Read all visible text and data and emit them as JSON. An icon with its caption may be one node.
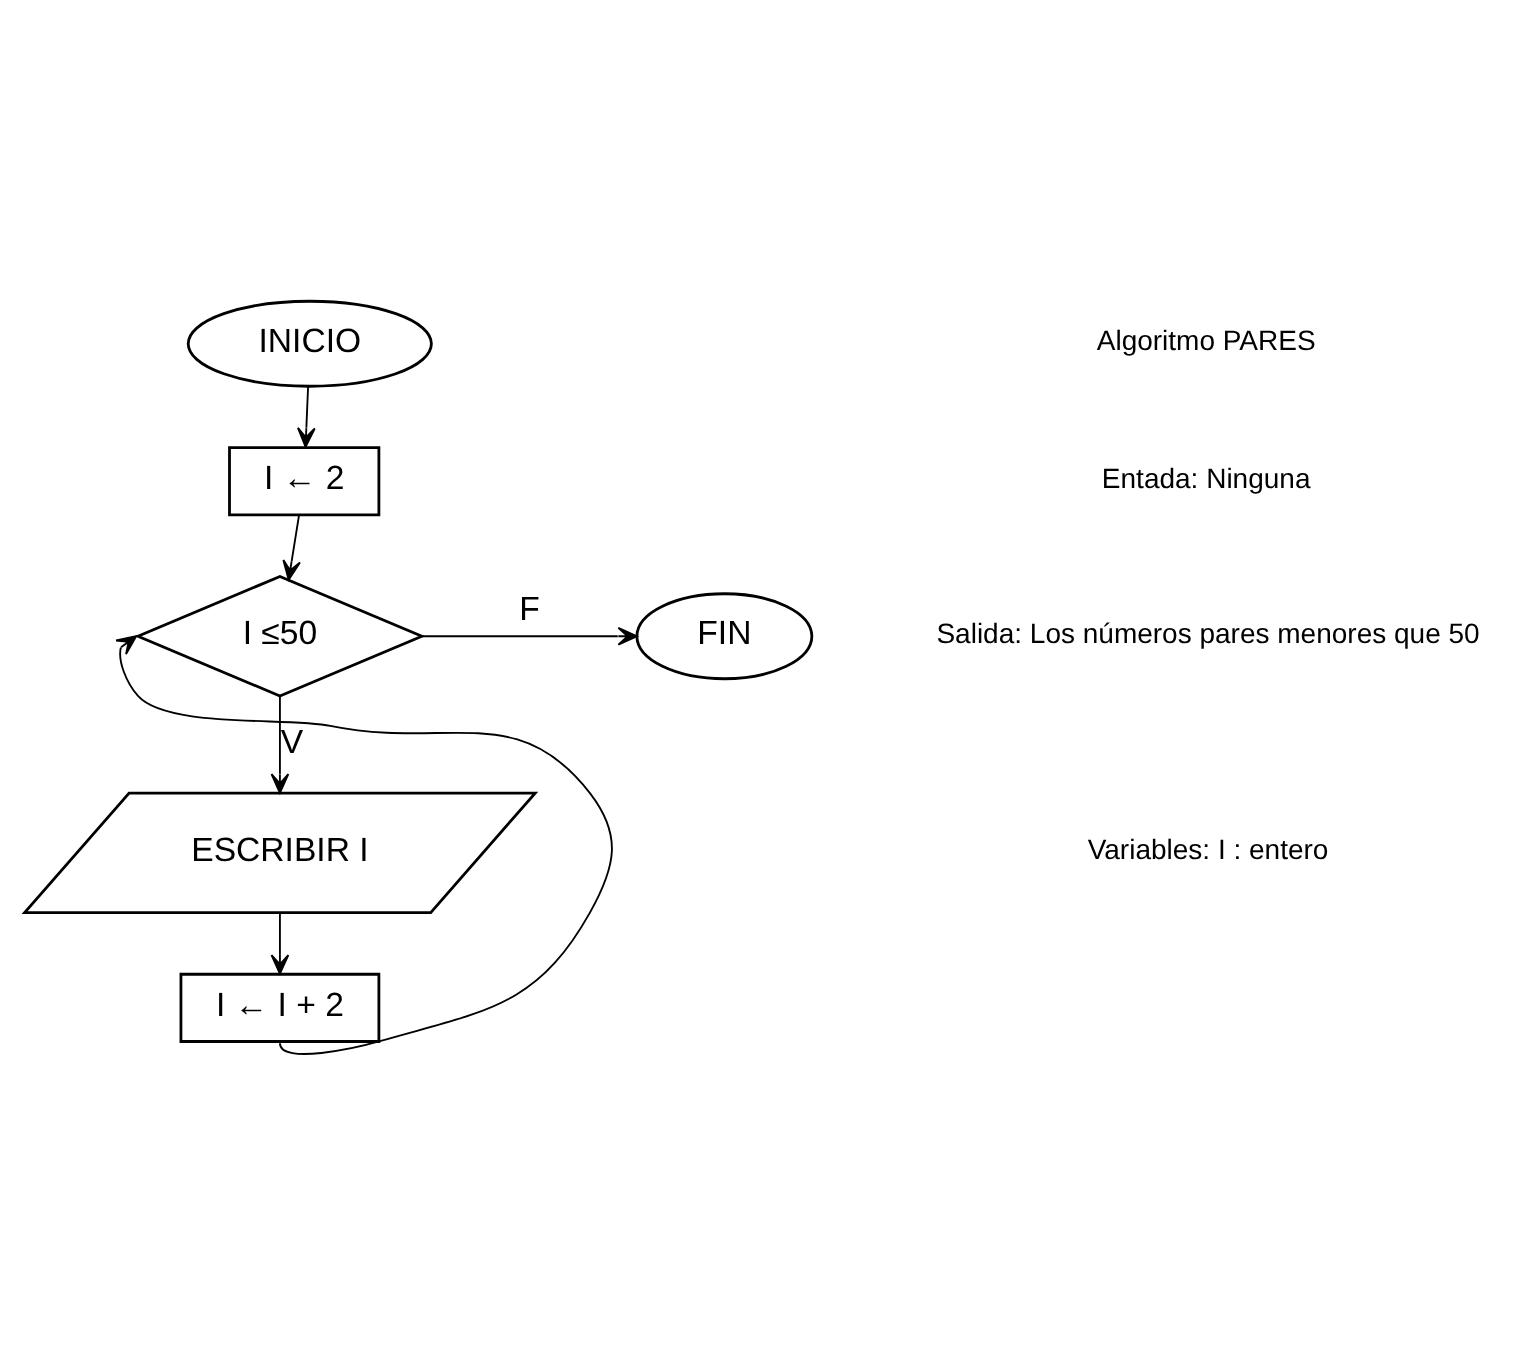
{
  "diagram": {
    "nodes": [
      {
        "text": [
          "INICIO"
        ]
      },
      {
        "text": [
          "I ← 2"
        ]
      },
      {
        "text": [
          "I ≤50"
        ]
      },
      {
        "text": [
          "FIN"
        ]
      },
      {
        "text": [
          "ESCRIBIR I"
        ]
      },
      {
        "text": [
          "I ← I + 2"
        ]
      }
    ],
    "edges": [
      {
        "from": 0,
        "to": 1,
        "arrow": "to"
      },
      {
        "from": 1,
        "to": 2,
        "arrow": "to"
      },
      {
        "from": 2,
        "to": 3,
        "arrow": "to",
        "label": "F"
      },
      {
        "from": 2,
        "to": 4,
        "arrow": "to",
        "label": "V"
      },
      {
        "from": 4,
        "to": 5,
        "arrow": "to"
      },
      {
        "from": 5,
        "to": 2,
        "arrow": "to"
      }
    ],
    "labels": [
      "Algoritmo PARES",
      "Entada: Ninguna",
      "Salida: Los números pares menores que 50",
      "Variables: I : entero"
    ]
  }
}
